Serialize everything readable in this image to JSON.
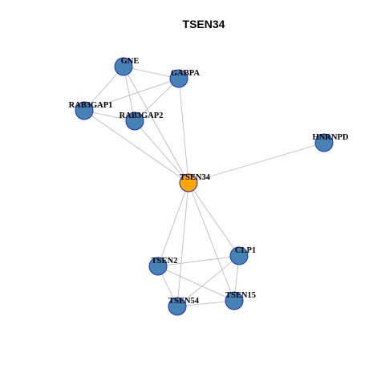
{
  "title": "TSEN34",
  "colors": {
    "node_default": "#4682b4",
    "node_center": "#ffa500",
    "node_border": "#1c2fbf",
    "edge": "#b4b4b4"
  },
  "nodes": [
    {
      "id": "GNE",
      "label": "GNE",
      "center": false
    },
    {
      "id": "GABPA",
      "label": "GABPA",
      "center": false
    },
    {
      "id": "RAB3GAP1",
      "label": "RAB3GAP1",
      "center": false
    },
    {
      "id": "RAB3GAP2",
      "label": "RAB3GAP2",
      "center": false
    },
    {
      "id": "HNRNPD",
      "label": "HNRNPD",
      "center": false
    },
    {
      "id": "TSEN34",
      "label": "TSEN34",
      "center": true
    },
    {
      "id": "TSEN2",
      "label": "TSEN2",
      "center": false
    },
    {
      "id": "CLP1",
      "label": "CLP1",
      "center": false
    },
    {
      "id": "TSEN54",
      "label": "TSEN54",
      "center": false
    },
    {
      "id": "TSEN15",
      "label": "TSEN15",
      "center": false
    }
  ],
  "edges": [
    [
      "GNE",
      "GABPA"
    ],
    [
      "GNE",
      "RAB3GAP1"
    ],
    [
      "GNE",
      "RAB3GAP2"
    ],
    [
      "GNE",
      "TSEN34"
    ],
    [
      "GABPA",
      "RAB3GAP1"
    ],
    [
      "GABPA",
      "RAB3GAP2"
    ],
    [
      "GABPA",
      "TSEN34"
    ],
    [
      "RAB3GAP1",
      "RAB3GAP2"
    ],
    [
      "RAB3GAP1",
      "TSEN34"
    ],
    [
      "RAB3GAP2",
      "TSEN34"
    ],
    [
      "HNRNPD",
      "TSEN34"
    ],
    [
      "TSEN34",
      "TSEN2"
    ],
    [
      "TSEN34",
      "CLP1"
    ],
    [
      "TSEN34",
      "TSEN54"
    ],
    [
      "TSEN34",
      "TSEN15"
    ],
    [
      "TSEN2",
      "CLP1"
    ],
    [
      "TSEN2",
      "TSEN54"
    ],
    [
      "TSEN2",
      "TSEN15"
    ],
    [
      "CLP1",
      "TSEN54"
    ],
    [
      "CLP1",
      "TSEN15"
    ],
    [
      "TSEN54",
      "TSEN15"
    ]
  ]
}
